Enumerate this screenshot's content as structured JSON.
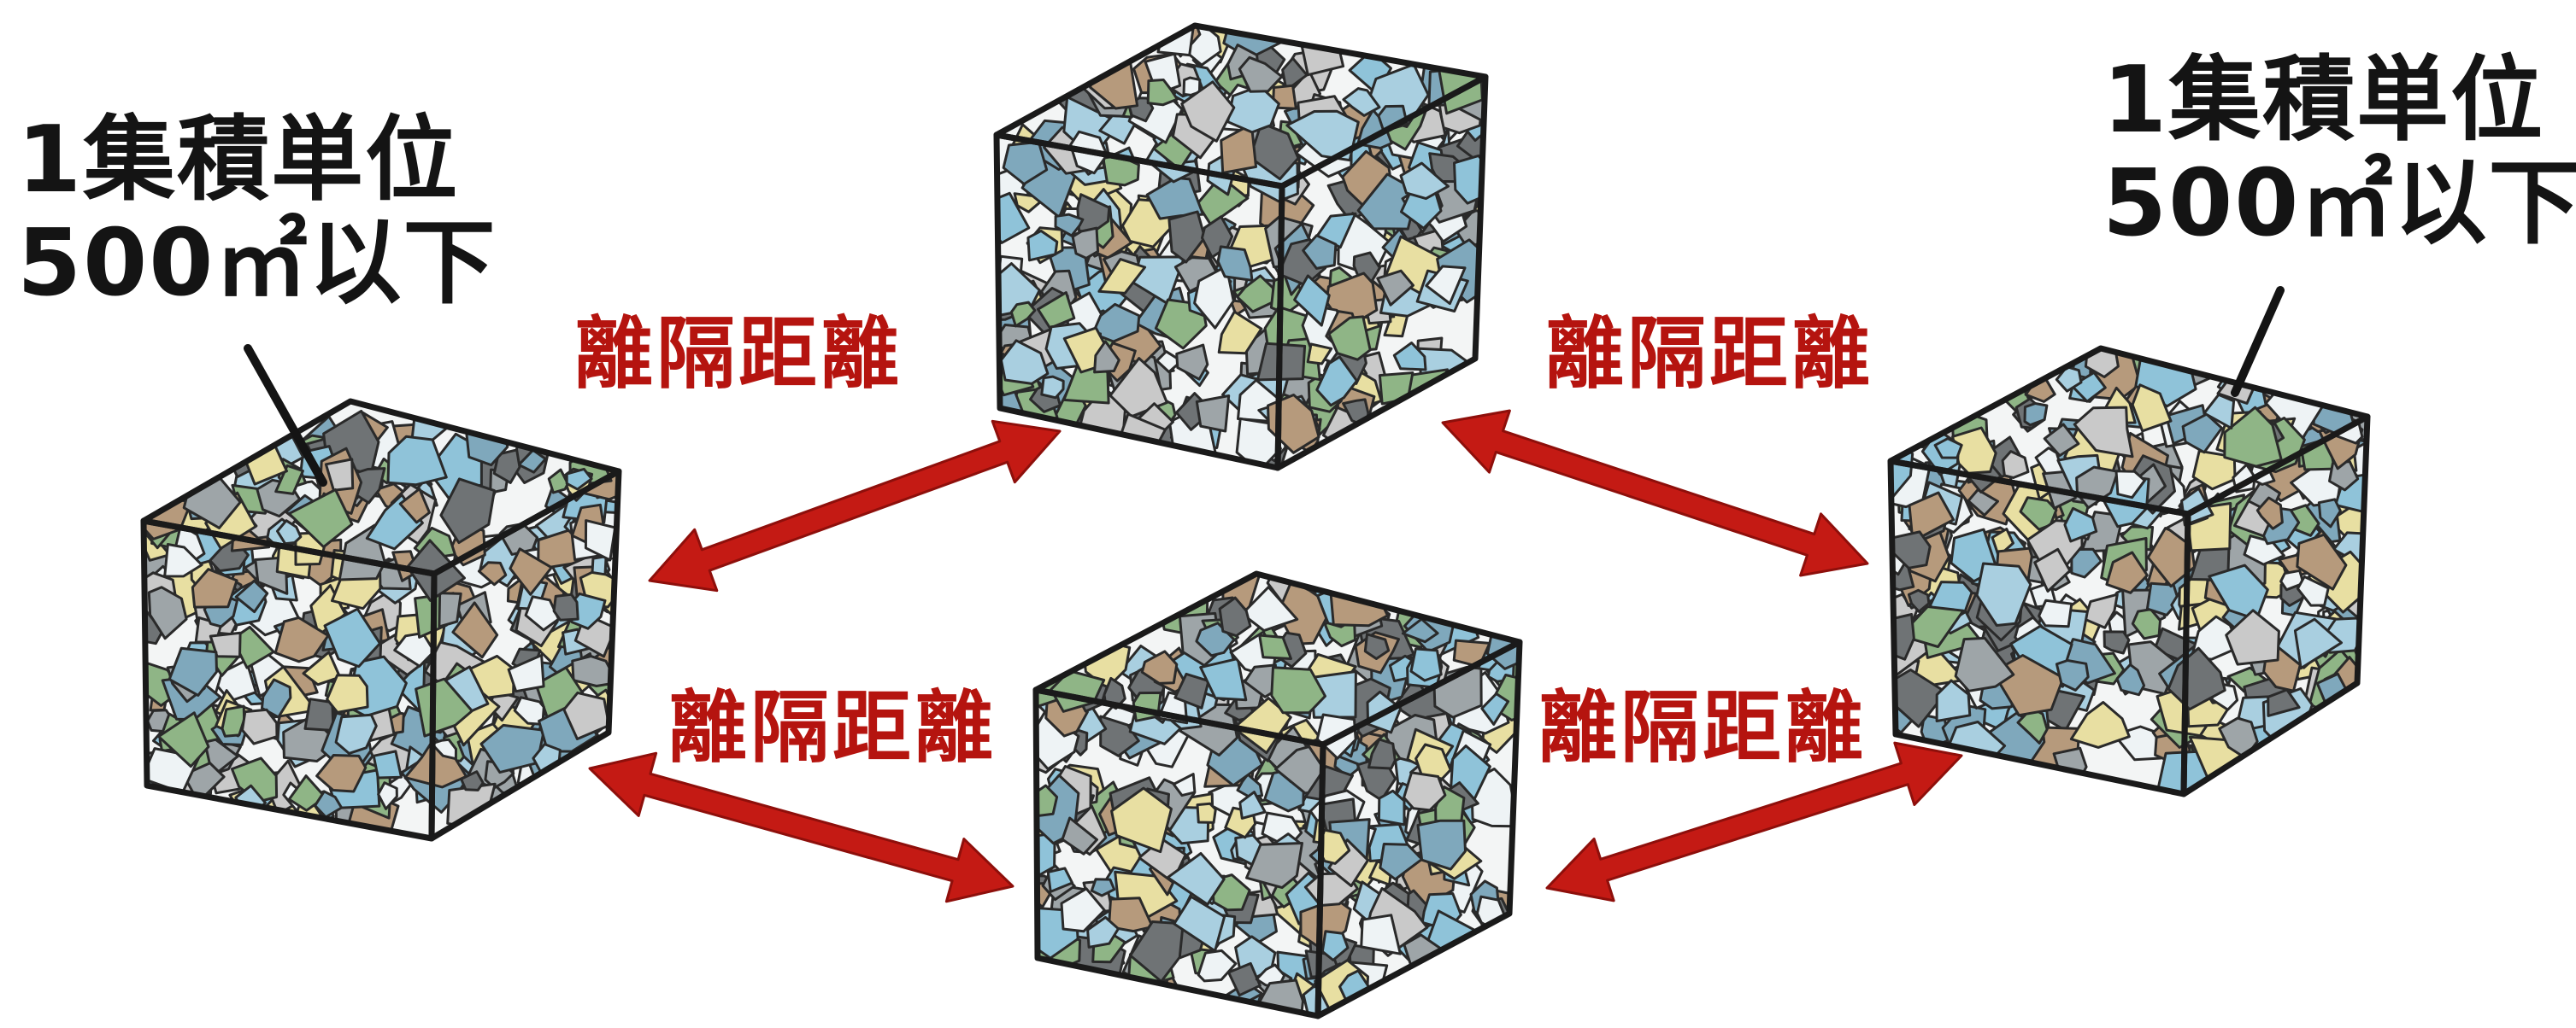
{
  "unit_label": {
    "line1": "1集積単位",
    "line2": "500㎡以下"
  },
  "separation_label": "離隔距離",
  "colors": {
    "arrow": "#c41a14",
    "label_red": "#b5140f",
    "outline": "#1a1a1a",
    "debris": [
      "#8fc3d9",
      "#a9cfe0",
      "#c9c9c9",
      "#9ea5a8",
      "#6f7375",
      "#e8dfa2",
      "#8fb586",
      "#b69a7c",
      "#eef3f5",
      "#7fa8bc"
    ]
  },
  "pile_icon": "waste-pile-cube-icon",
  "arrow_icon": "double-headed-arrow-icon"
}
